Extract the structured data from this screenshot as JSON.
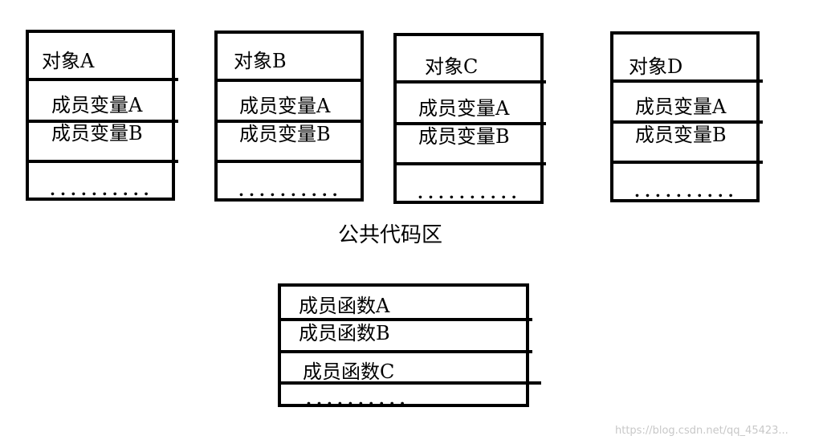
{
  "objects": [
    {
      "title": "对象A",
      "member1": "成员变量A",
      "member2": "成员变量B",
      "ellipsis": ".........."
    },
    {
      "title": "对象B",
      "member1": "成员变量A",
      "member2": "成员变量B",
      "ellipsis": ".........."
    },
    {
      "title": "对象C",
      "member1": "成员变量A",
      "member2": "成员变量B",
      "ellipsis": ".........."
    },
    {
      "title": "对象D",
      "member1": "成员变量A",
      "member2": "成员变量B",
      "ellipsis": ".........."
    }
  ],
  "shared_code": {
    "label": "公共代码区",
    "functions": [
      "成员函数A",
      "成员函数B",
      "成员函数C"
    ],
    "ellipsis": ".........."
  },
  "watermark": "https://blog.csdn.net/qq_45423..."
}
